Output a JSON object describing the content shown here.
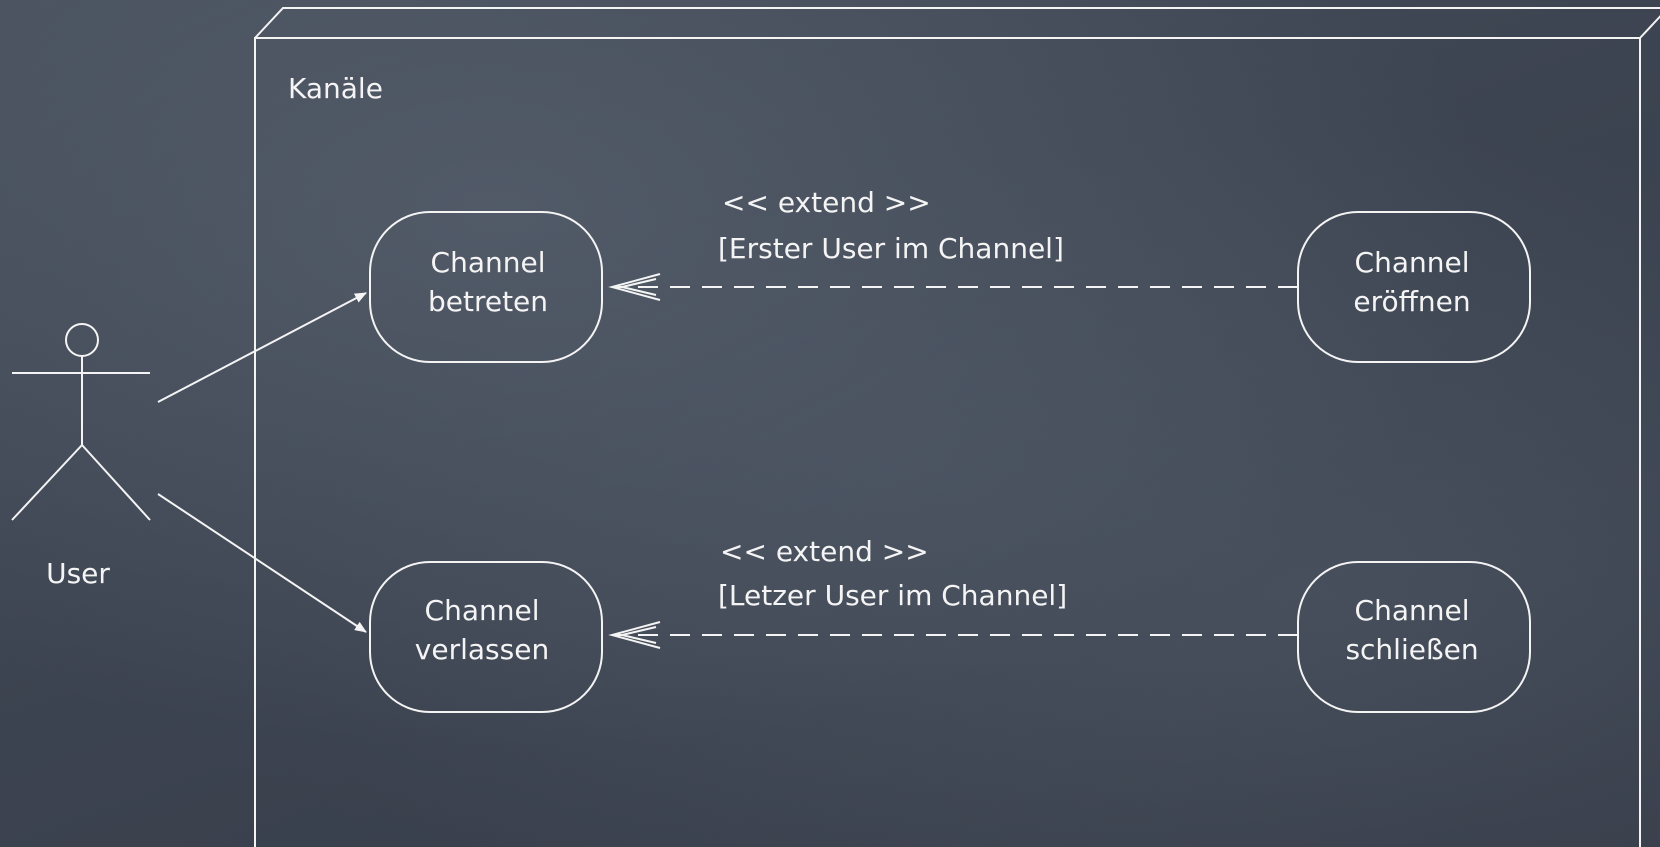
{
  "system": {
    "name": "Kanäle"
  },
  "actor": {
    "name": "User"
  },
  "use_cases": {
    "betreten": {
      "line1": "Channel",
      "line2": "betreten"
    },
    "verlassen": {
      "line1": "Channel",
      "line2": "verlassen"
    },
    "eroeffnen": {
      "line1": "Channel",
      "line2": "eröffnen"
    },
    "schliessen": {
      "line1": "Channel",
      "line2": "schließen"
    }
  },
  "relations": {
    "extend_top": {
      "stereotype": "<< extend >>",
      "condition": "[Erster User im Channel]"
    },
    "extend_bottom": {
      "stereotype": "<< extend >>",
      "condition": "[Letzer User im Channel]"
    }
  },
  "colors": {
    "background": "#3d4451",
    "chalk": "#f4f4f4"
  }
}
